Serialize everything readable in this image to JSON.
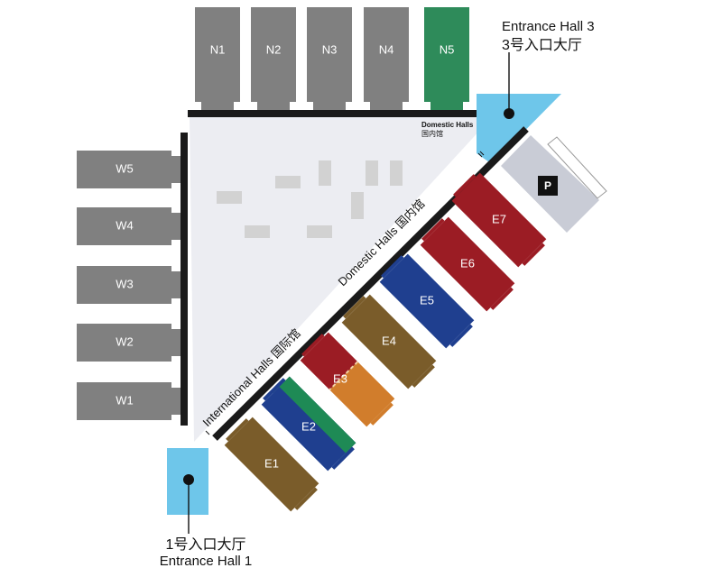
{
  "halls": {
    "north": [
      {
        "id": "N1",
        "label": "N1",
        "color": "#808080"
      },
      {
        "id": "N2",
        "label": "N2",
        "color": "#808080"
      },
      {
        "id": "N3",
        "label": "N3",
        "color": "#808080"
      },
      {
        "id": "N4",
        "label": "N4",
        "color": "#808080"
      },
      {
        "id": "N5",
        "label": "N5",
        "color": "#2e8b5a"
      }
    ],
    "west": [
      {
        "id": "W5",
        "label": "W5",
        "color": "#808080"
      },
      {
        "id": "W4",
        "label": "W4",
        "color": "#808080"
      },
      {
        "id": "W3",
        "label": "W3",
        "color": "#808080"
      },
      {
        "id": "W2",
        "label": "W2",
        "color": "#808080"
      },
      {
        "id": "W1",
        "label": "W1",
        "color": "#808080"
      }
    ],
    "east": [
      {
        "id": "E1",
        "label": "E1",
        "color": "#7a5c2a"
      },
      {
        "id": "E2",
        "label": "E2",
        "colors": [
          "#1f3f8f",
          "#1e8a55"
        ]
      },
      {
        "id": "E3",
        "label": "E3",
        "colors": [
          "#9b1c24",
          "#d17d2c"
        ]
      },
      {
        "id": "E4",
        "label": "E4",
        "color": "#7a5c2a"
      },
      {
        "id": "E5",
        "label": "E5",
        "color": "#1f3f8f"
      },
      {
        "id": "E6",
        "label": "E6",
        "color": "#9b1c24"
      },
      {
        "id": "E7",
        "label": "E7",
        "color": "#9b1c24"
      }
    ]
  },
  "entrances": {
    "hall3": {
      "en": "Entrance Hall 3",
      "zh": "3号入口大厅",
      "color": "#6ec6ea"
    },
    "hall1": {
      "en": "Entrance Hall 1",
      "zh": "1号入口大厅",
      "color": "#6ec6ea"
    }
  },
  "labels": {
    "domestic_small_en": "Domestic Halls",
    "domestic_small_zh": "国内馆",
    "domestic_diag": "Domestic Halls 国内馆",
    "international_diag": "International Halls 国际馆"
  },
  "parking": {
    "label": "P"
  },
  "colors": {
    "plaza": "#ecedf2",
    "plaza_blocks": "#d2d2d2",
    "walls": "#1a1a1a",
    "parking_area": "#c9ccd6"
  }
}
